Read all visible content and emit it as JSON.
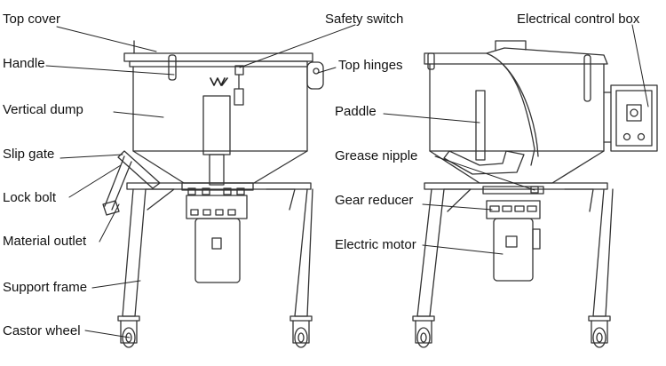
{
  "labels": {
    "top_cover": "Top cover",
    "handle": "Handle",
    "vertical_dump": "Vertical dump",
    "slip_gate": "Slip gate",
    "lock_bolt": "Lock bolt",
    "material_outlet": "Material outlet",
    "support_frame": "Support frame",
    "castor_wheel": "Castor wheel",
    "safety_switch": "Safety switch",
    "top_hinges": "Top hinges",
    "paddle": "Paddle",
    "grease_nipple": "Grease nipple",
    "gear_reducer": "Gear reducer",
    "electric_motor": "Electric motor",
    "electrical_control_box": "Electrical control box"
  }
}
